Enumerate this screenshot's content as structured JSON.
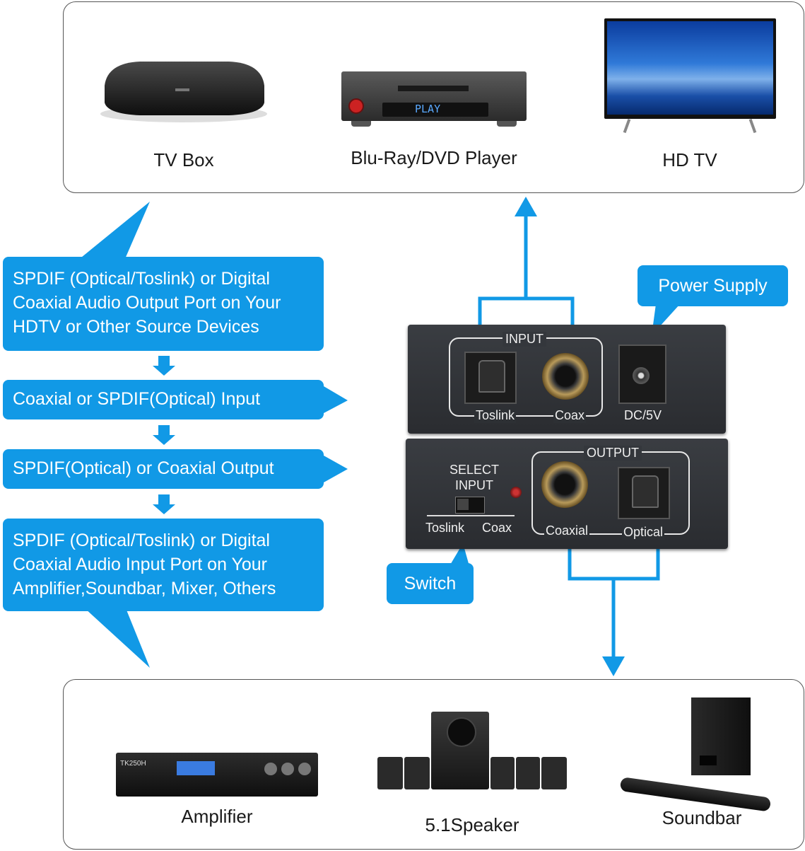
{
  "sources": {
    "tv_box": "TV Box",
    "bluray": "Blu-Ray/DVD Player",
    "hdtv": "HD TV",
    "player_display": "PLAY"
  },
  "outputs": {
    "amplifier": "Amplifier",
    "speaker": "5.1Speaker",
    "soundbar": "Soundbar",
    "amp_brand": "TK250H"
  },
  "bubbles": {
    "source_port": "SPDIF (Optical/Toslink) or Digital Coaxial Audio Output Port on Your HDTV or Other Source Devices",
    "input": "Coaxial or SPDIF(Optical) Input",
    "output": "SPDIF(Optical) or Coaxial  Output",
    "dest_port": "SPDIF (Optical/Toslink) or Digital Coaxial Audio Input Port on Your Amplifier,Soundbar, Mixer, Others",
    "power": "Power Supply",
    "switch": "Switch"
  },
  "input_panel": {
    "title": "INPUT",
    "toslink": "Toslink",
    "coax": "Coax",
    "dc": "DC/5V"
  },
  "output_panel": {
    "title": "OUTPUT",
    "select_line1": "SELECT",
    "select_line2": "INPUT",
    "toslink": "Toslink",
    "coax": "Coax",
    "coaxial": "Coaxial",
    "optical": "Optical"
  },
  "colors": {
    "accent": "#1199e6",
    "panel": "#2f3236"
  }
}
